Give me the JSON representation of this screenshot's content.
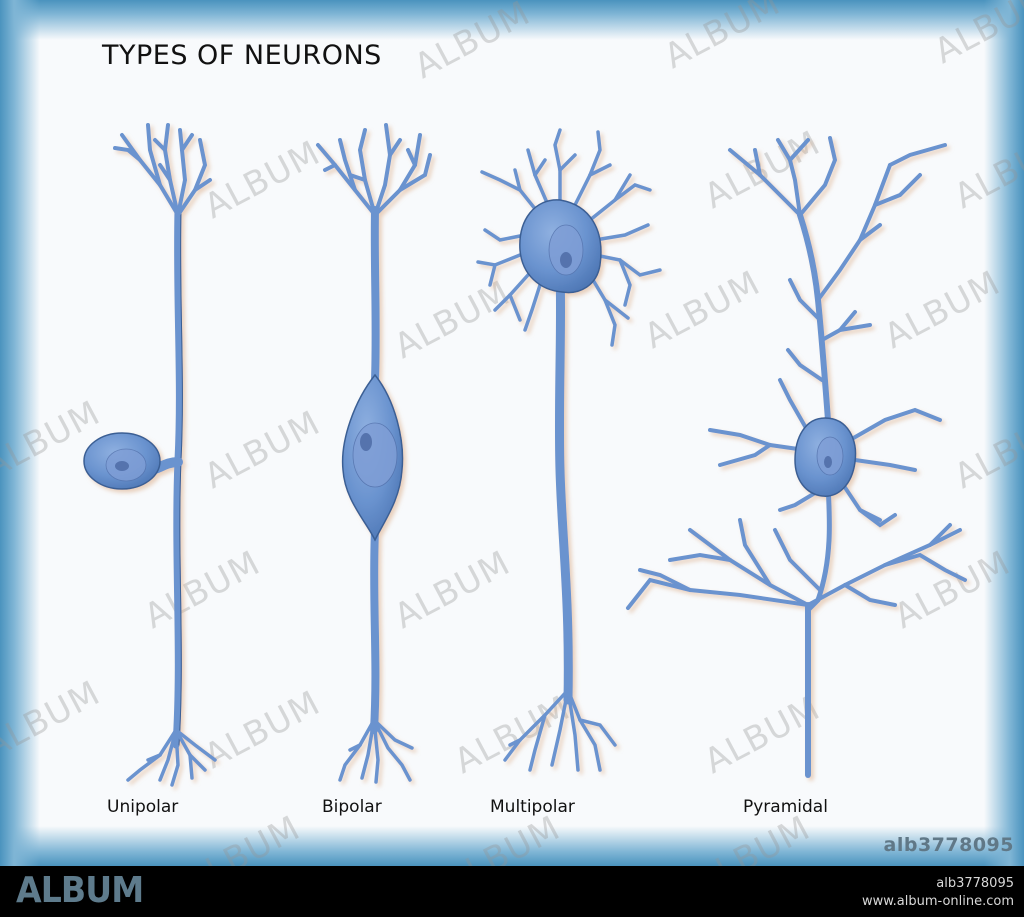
{
  "diagram": {
    "title": "TYPES OF NEURONS",
    "neurons": [
      {
        "type": "unipolar",
        "label": "Unipolar"
      },
      {
        "type": "bipolar",
        "label": "Bipolar"
      },
      {
        "type": "multipolar",
        "label": "Multipolar"
      },
      {
        "type": "pyramidal",
        "label": "Pyramidal"
      }
    ],
    "colors": {
      "neuron_fill": "#6a93cf",
      "neuron_outline": "#3a5f94",
      "nucleus": "#7f9ed6",
      "nucleolus": "#5573ad",
      "shadow": "#e8c7a8",
      "frame_blue": "#4a93be",
      "background": "#f8fafc"
    }
  },
  "watermark": {
    "text": "ALBUM",
    "image_id": "alb3778095"
  },
  "footer": {
    "logo": "ALBUM",
    "image_id": "alb3778095",
    "url": "www.album-online.com"
  }
}
